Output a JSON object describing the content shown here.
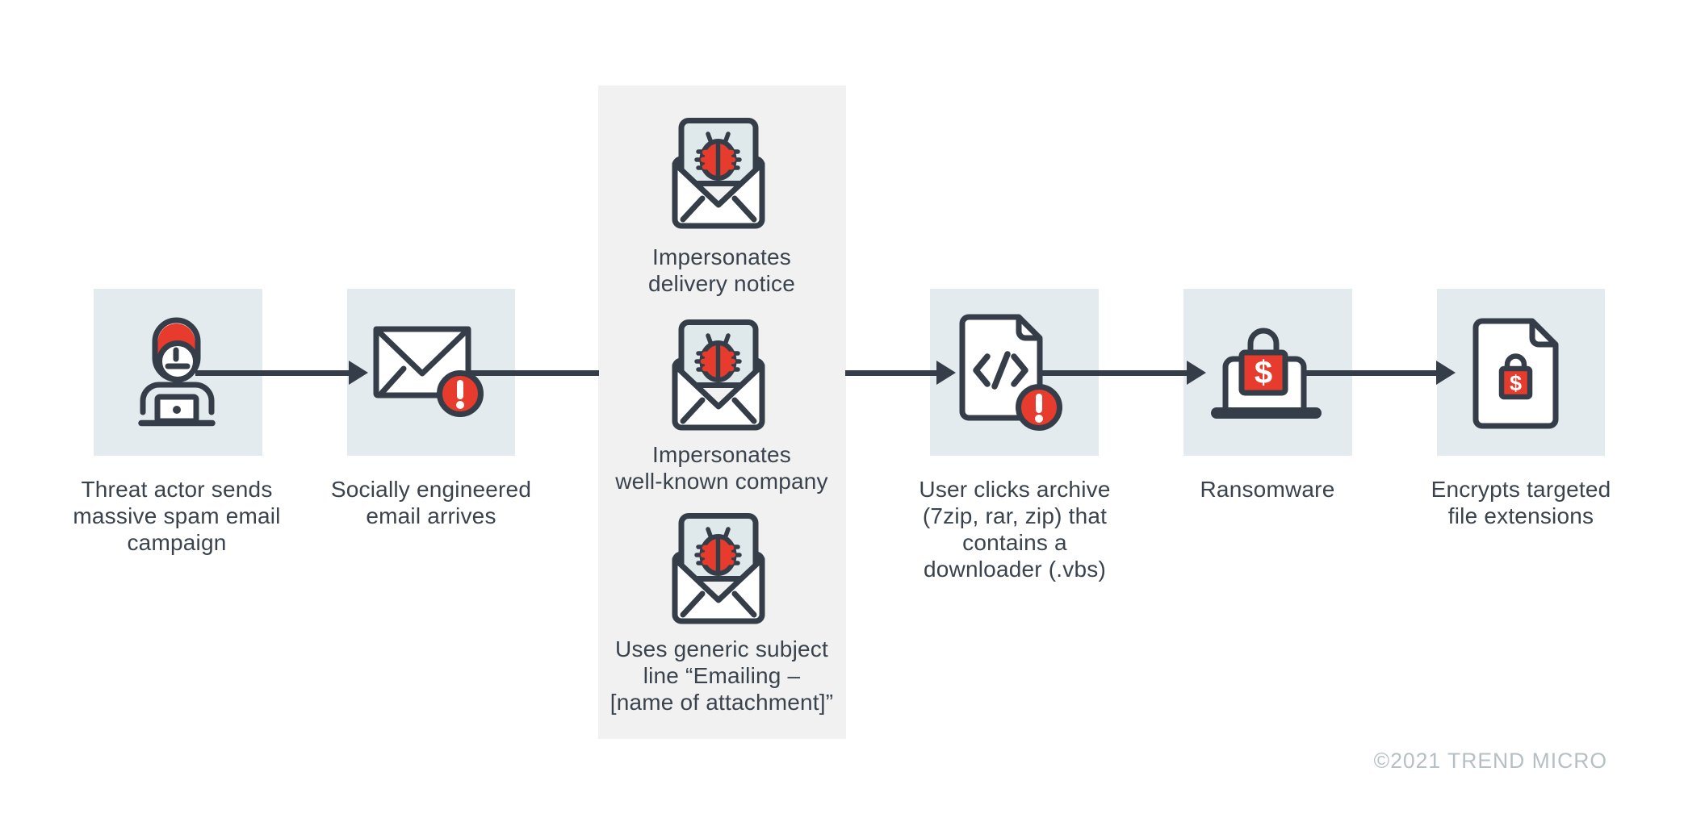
{
  "colors": {
    "ink": "#353e48",
    "accent_red": "#e73c2d",
    "tile_bg": "#e4ebee",
    "panel_bg": "#f0f1f0",
    "paper": "#dfe9ec",
    "label_text": "#3a434d",
    "copyright_text": "#b6bfc3"
  },
  "steps": [
    {
      "id": "threat-actor",
      "icon": "hacker-laptop-icon",
      "label": "Threat actor sends\nmassive spam email\ncampaign"
    },
    {
      "id": "spam-email",
      "icon": "email-alert-icon",
      "label": "Socially engineered\nemail arrives"
    },
    {
      "id": "archive-click",
      "icon": "code-file-alert-icon",
      "label": "User clicks archive\n(7zip, rar, zip) that\ncontains a\ndownloader (.vbs)"
    },
    {
      "id": "ransomware",
      "icon": "laptop-ransom-lock-icon",
      "label": "Ransomware"
    },
    {
      "id": "encryption",
      "icon": "encrypted-file-lock-icon",
      "label": "Encrypts targeted\nfile extensions"
    }
  ],
  "email_variants": [
    {
      "id": "delivery-notice",
      "icon": "mail-bug-icon",
      "label": "Impersonates\ndelivery notice"
    },
    {
      "id": "well-known-company",
      "icon": "mail-bug-icon",
      "label": "Impersonates\nwell-known company"
    },
    {
      "id": "generic-subject",
      "icon": "mail-bug-icon",
      "label": "Uses generic subject\nline “Emailing –\n[name of attachment]”"
    }
  ],
  "copyright": "©2021 TREND MICRO"
}
